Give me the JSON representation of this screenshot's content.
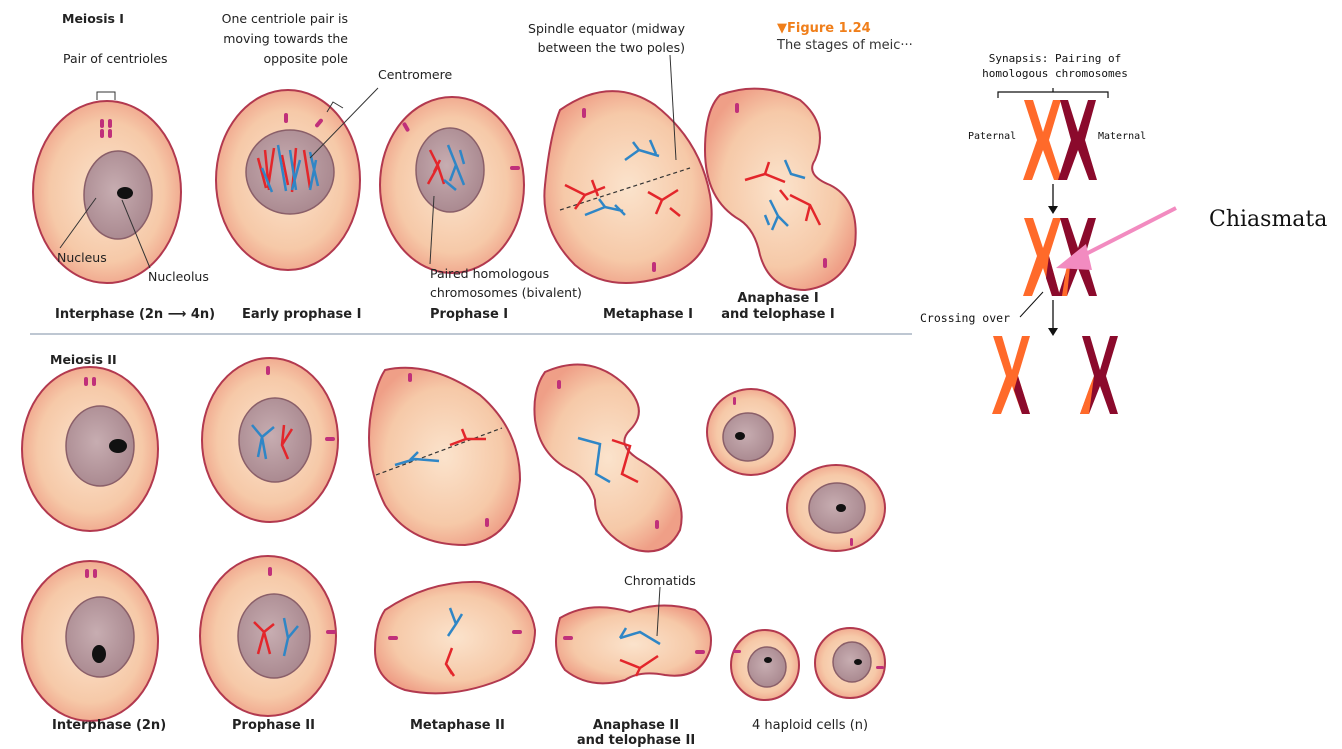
{
  "meiosis1": {
    "title": "Meiosis I",
    "stages": [
      "Interphase (2n ⟶ 4n)",
      "Early prophase I",
      "Prophase I",
      "Metaphase I",
      "Anaphase I",
      "and telophase I"
    ],
    "labels": {
      "centrioles": "Pair of centrioles",
      "centriole_moving_1": "One centriole pair is",
      "centriole_moving_2": "moving towards the",
      "centriole_moving_3": "opposite pole",
      "centromere": "Centromere",
      "spindle_1": "Spindle equator (midway",
      "spindle_2": "between the two poles)",
      "nucleus": "Nucleus",
      "nucleolus": "Nucleolus",
      "paired_1": "Paired homologous",
      "paired_2": "chromosomes (bivalent)"
    }
  },
  "figure": {
    "number": "▼Figure 1.24",
    "caption": "The stages of meic···"
  },
  "meiosis2": {
    "title": "Meiosis II",
    "stages": [
      "Interphase (2n)",
      "Prophase II",
      "Metaphase II",
      "Anaphase II",
      "and telophase II",
      "4 haploid cells (n)"
    ],
    "labels": {
      "chromatids": "Chromatids"
    }
  },
  "crossover": {
    "title_1": "Synapsis: Pairing of",
    "title_2": "homologous chromosomes",
    "paternal": "Paternal",
    "maternal": "Maternal",
    "crossing_over": "Crossing over",
    "chiasmata": "Chiasmata"
  },
  "colors": {
    "cell_fill": "#f6c9a8",
    "cell_edge": "#b2394f",
    "nucleus": "#b89aa0",
    "red_chrom": "#e3262b",
    "blue_chrom": "#2f86c6",
    "paternal": "#ff6a2a",
    "maternal": "#8b0a2c",
    "figure_accent": "#f07f1b",
    "arrow": "#f28bc0"
  }
}
